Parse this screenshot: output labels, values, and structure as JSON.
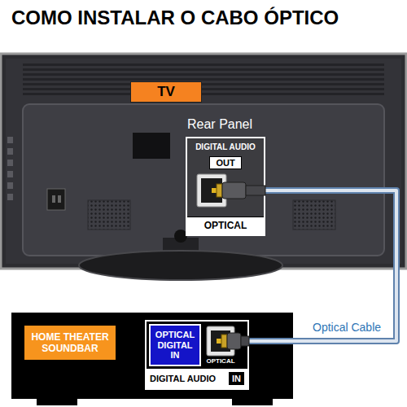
{
  "diagram": {
    "title": "COMO INSTALAR O CABO ÓPTICO",
    "nodes": [
      {
        "text": [
          "TV"
        ]
      },
      {
        "text": [
          "Rear Panel",
          "DIGITAL AUDIO",
          "OUT",
          "OPTICAL"
        ]
      },
      {
        "text": [
          "HOME THEATER SOUNDBAR"
        ]
      },
      {
        "text": [
          "OPTICAL",
          "DIGITAL AUDIO",
          "IN"
        ]
      },
      {
        "text": [
          "OPTICAL DIGITAL IN"
        ],
        "in": 3
      }
    ],
    "edges": [
      {
        "from": 1,
        "to": 3,
        "arrow": "none",
        "label": "Optical Cable"
      }
    ]
  }
}
